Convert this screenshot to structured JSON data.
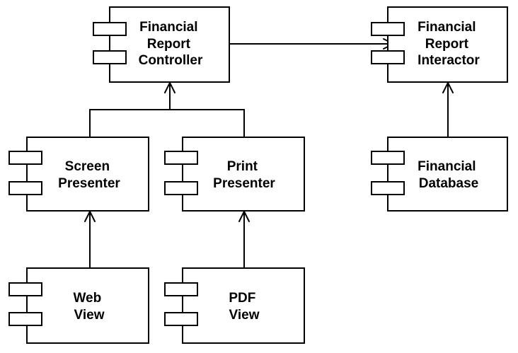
{
  "components": [
    {
      "id": "financial-report-controller",
      "lines": [
        "Financial",
        "Report",
        "Controller"
      ]
    },
    {
      "id": "financial-report-interactor",
      "lines": [
        "Financial",
        "Report",
        "Interactor"
      ]
    },
    {
      "id": "screen-presenter",
      "lines": [
        "Screen",
        "Presenter"
      ]
    },
    {
      "id": "print-presenter",
      "lines": [
        "Print",
        "Presenter"
      ]
    },
    {
      "id": "financial-database",
      "lines": [
        "Financial",
        "Database"
      ]
    },
    {
      "id": "web-view",
      "lines": [
        "Web",
        "View"
      ]
    },
    {
      "id": "pdf-view",
      "lines": [
        "PDF",
        "View"
      ]
    }
  ],
  "dependencies": [
    {
      "from": "financial-report-controller",
      "to": "financial-report-interactor"
    },
    {
      "from": "screen-presenter",
      "to": "financial-report-controller"
    },
    {
      "from": "print-presenter",
      "to": "financial-report-controller"
    },
    {
      "from": "financial-database",
      "to": "financial-report-interactor"
    },
    {
      "from": "web-view",
      "to": "screen-presenter"
    },
    {
      "from": "pdf-view",
      "to": "print-presenter"
    }
  ]
}
